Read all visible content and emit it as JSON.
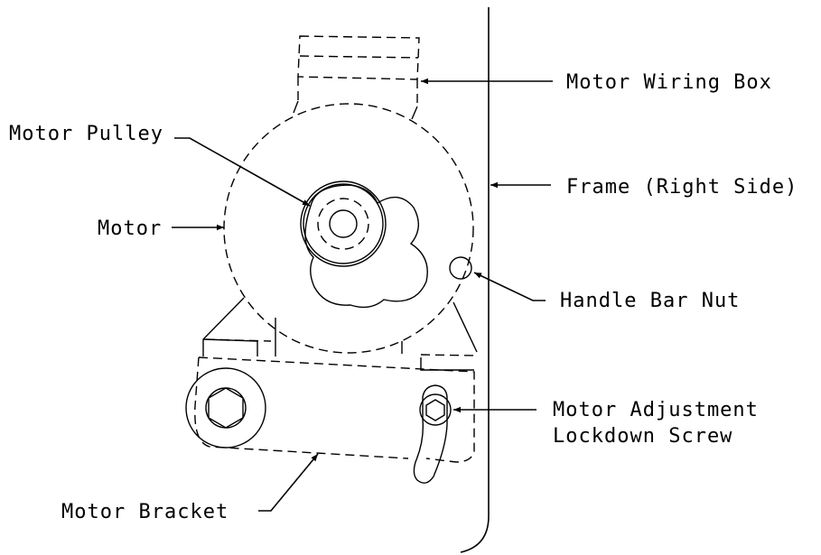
{
  "labels": {
    "motor_wiring_box": "Motor Wiring Box",
    "motor_pulley": "Motor Pulley",
    "frame_right_side": "Frame (Right Side)",
    "motor": "Motor",
    "handle_bar_nut": "Handle Bar Nut",
    "motor_adjustment_line1": "Motor Adjustment",
    "motor_adjustment_line2": "Lockdown Screw",
    "motor_bracket": "Motor Bracket"
  }
}
